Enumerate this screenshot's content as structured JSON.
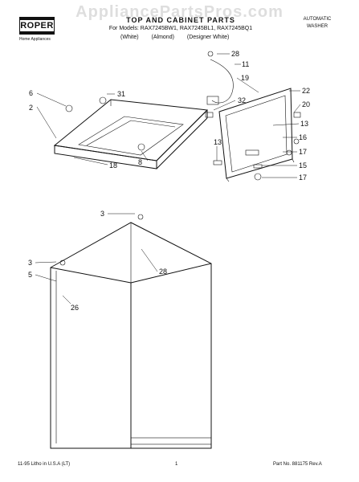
{
  "brand": {
    "logo_text": "ROPER",
    "tagline": "Home Appliances"
  },
  "header": {
    "title": "TOP AND CABINET PARTS",
    "models": "For Models: RAX7245BW1, RAX7245BL1, RAX7245BQ1",
    "colors": [
      "(White)",
      "(Almond)",
      "(Designer White)"
    ],
    "product_line1": "AUTOMATIC",
    "product_line2": "WASHER"
  },
  "watermark": "AppliancePartsPros.com",
  "callouts": [
    "28",
    "11",
    "31",
    "6",
    "19",
    "22",
    "32",
    "20",
    "2",
    "13",
    "16",
    "8",
    "13",
    "17",
    "15",
    "18",
    "17",
    "3",
    "28",
    "3",
    "5",
    "26"
  ],
  "footer": {
    "left": "11-95 Litho in U.S.A (LT)",
    "center": "1",
    "right": "Part No. 881175 Rev.A"
  }
}
